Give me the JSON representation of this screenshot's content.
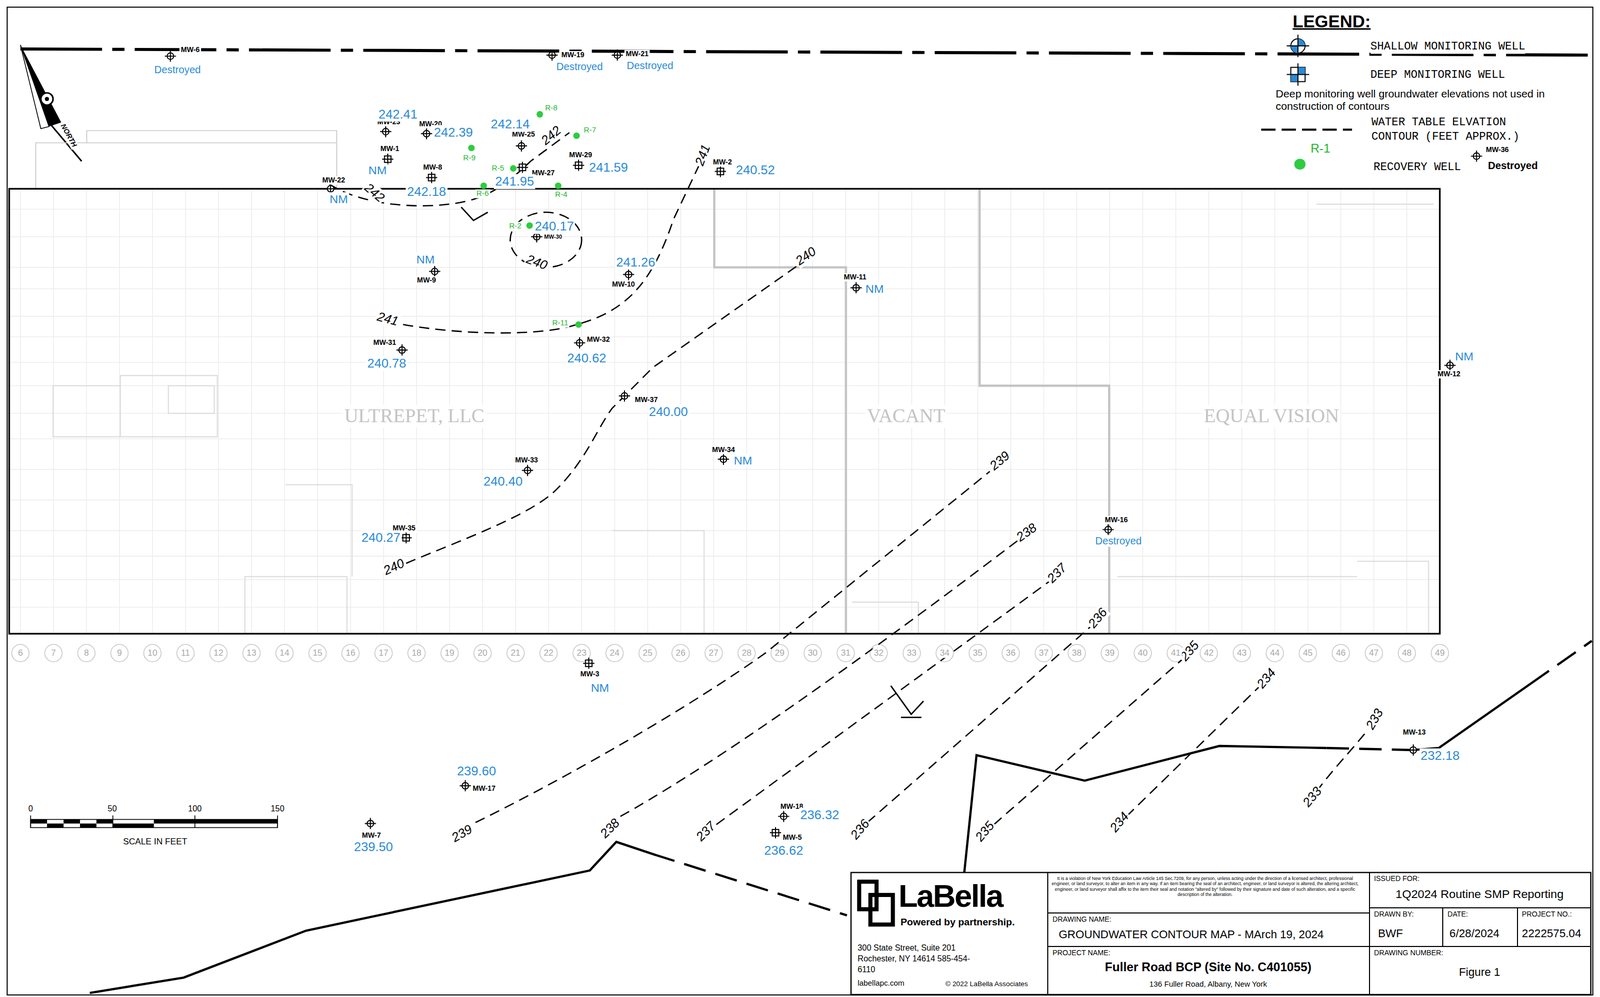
{
  "diagram": {
    "nodes": [
      {
        "text": [
          "LaBella",
          "Powered by partnership.",
          "300 State Street, Suite 201 Rochester, NY 14614 585-454-6110",
          "labellapc.com",
          "© 2022 LaBella Associates"
        ]
      },
      {
        "text": [
          "It is a violation of New York Education Law Article 145 Sec.7209, for any person, unless acting under the direction of a licensed architect, professional engineer, or land surveyor, to alter an item in any way. If an item bearing the seal of an architect, engineer, or land surveyor is altered, the altering architect, engineer, or land surveyor shall affix to the item their seal and notation \"altered by\" followed by their signature and date of such alteration, and a specific description of the alteration."
        ]
      },
      {
        "text": [
          "ISSUED FOR:",
          "1Q2024 Routine SMP Reporting"
        ]
      },
      {
        "text": [
          "DRAWING NAME:",
          "GROUNDWATER CONTOUR MAP - MArch 19, 2024"
        ]
      },
      {
        "text": [
          "DRAWN BY:",
          "BWF"
        ]
      },
      {
        "text": [
          "DATE:",
          "6/28/2024"
        ]
      },
      {
        "text": [
          "PROJECT NO.:",
          "2222575.04"
        ]
      },
      {
        "text": [
          "PROJECT NAME:",
          "Fuller Road BCP (Site No. C401055)",
          "136 Fuller Road, Albany, New York"
        ]
      },
      {
        "text": [
          "DRAWING NUMBER:",
          "Figure 1"
        ]
      }
    ],
    "labels": [
      "LEGEND:",
      "R-1",
      "Deep monitoring well groundwater elevations not used in construction of contours",
      "MW-36",
      "Destroyed",
      "MW-6",
      "Destroyed",
      "MW-19",
      "Destroyed",
      "MW-21",
      "Destroyed",
      "MW-23",
      "242.41",
      "MW-20",
      "242.39",
      "MW-1",
      "NM",
      "MW-22",
      "NM",
      "MW-8",
      "242.18",
      "MW-25",
      "242.14",
      "MW-27",
      "241.95",
      "MW-29",
      "241.59",
      "MW-2",
      "240.52",
      "MW-30",
      "240.17",
      "NM",
      "MW-9",
      "241.26",
      "MW-10",
      "MW-11",
      "NM",
      "MW-31",
      "240.78",
      "MW-32",
      "240.62",
      "MW-37",
      "240.00",
      "MW-33",
      "240.40",
      "MW-34",
      "NM",
      "MW-35",
      "240.27",
      "MW-16",
      "Destroyed",
      "NM",
      "MW-12",
      "MW-3",
      "NM",
      "239.60",
      "MW-17",
      "MW-7",
      "239.50",
      "MW-18",
      "236.32",
      "MW-5",
      "236.62",
      "MW-13",
      "232.18",
      "R-8",
      "R-7",
      "R-9",
      "R-5",
      "R-6",
      "R-4",
      "R-2",
      "R-11",
      "ULTREPET, LLC",
      "VACANT",
      "EQUAL VISION",
      "242",
      "242",
      "241",
      "240",
      "241",
      "240",
      "240",
      "239",
      "238",
      "237",
      "236",
      "235",
      "234",
      "233",
      "239",
      "238",
      "237",
      "236",
      "235",
      "234",
      "233",
      "NORTH",
      "0",
      "50",
      "100",
      "150",
      "SCALE IN FEET",
      "6",
      "7",
      "8",
      "9",
      "10",
      "11",
      "12",
      "13",
      "14",
      "15",
      "16",
      "17",
      "18",
      "19",
      "20",
      "21",
      "22",
      "23",
      "24",
      "25",
      "26",
      "27",
      "28",
      "29",
      "30",
      "31",
      "32",
      "33",
      "34",
      "35",
      "36",
      "37",
      "38",
      "39",
      "40",
      "41",
      "42",
      "43",
      "44",
      "45",
      "46",
      "47",
      "48",
      "49"
    ],
    "legend": [
      {
        "text": "SHALLOW MONITORING WELL"
      },
      {
        "text": "DEEP MONITORING WELL"
      },
      {
        "text": "WATER TABLE ELVATION CONTOUR (FEET APPROX.)"
      },
      {
        "text": "RECOVERY WELL",
        "color": "#2ecc40"
      }
    ]
  }
}
